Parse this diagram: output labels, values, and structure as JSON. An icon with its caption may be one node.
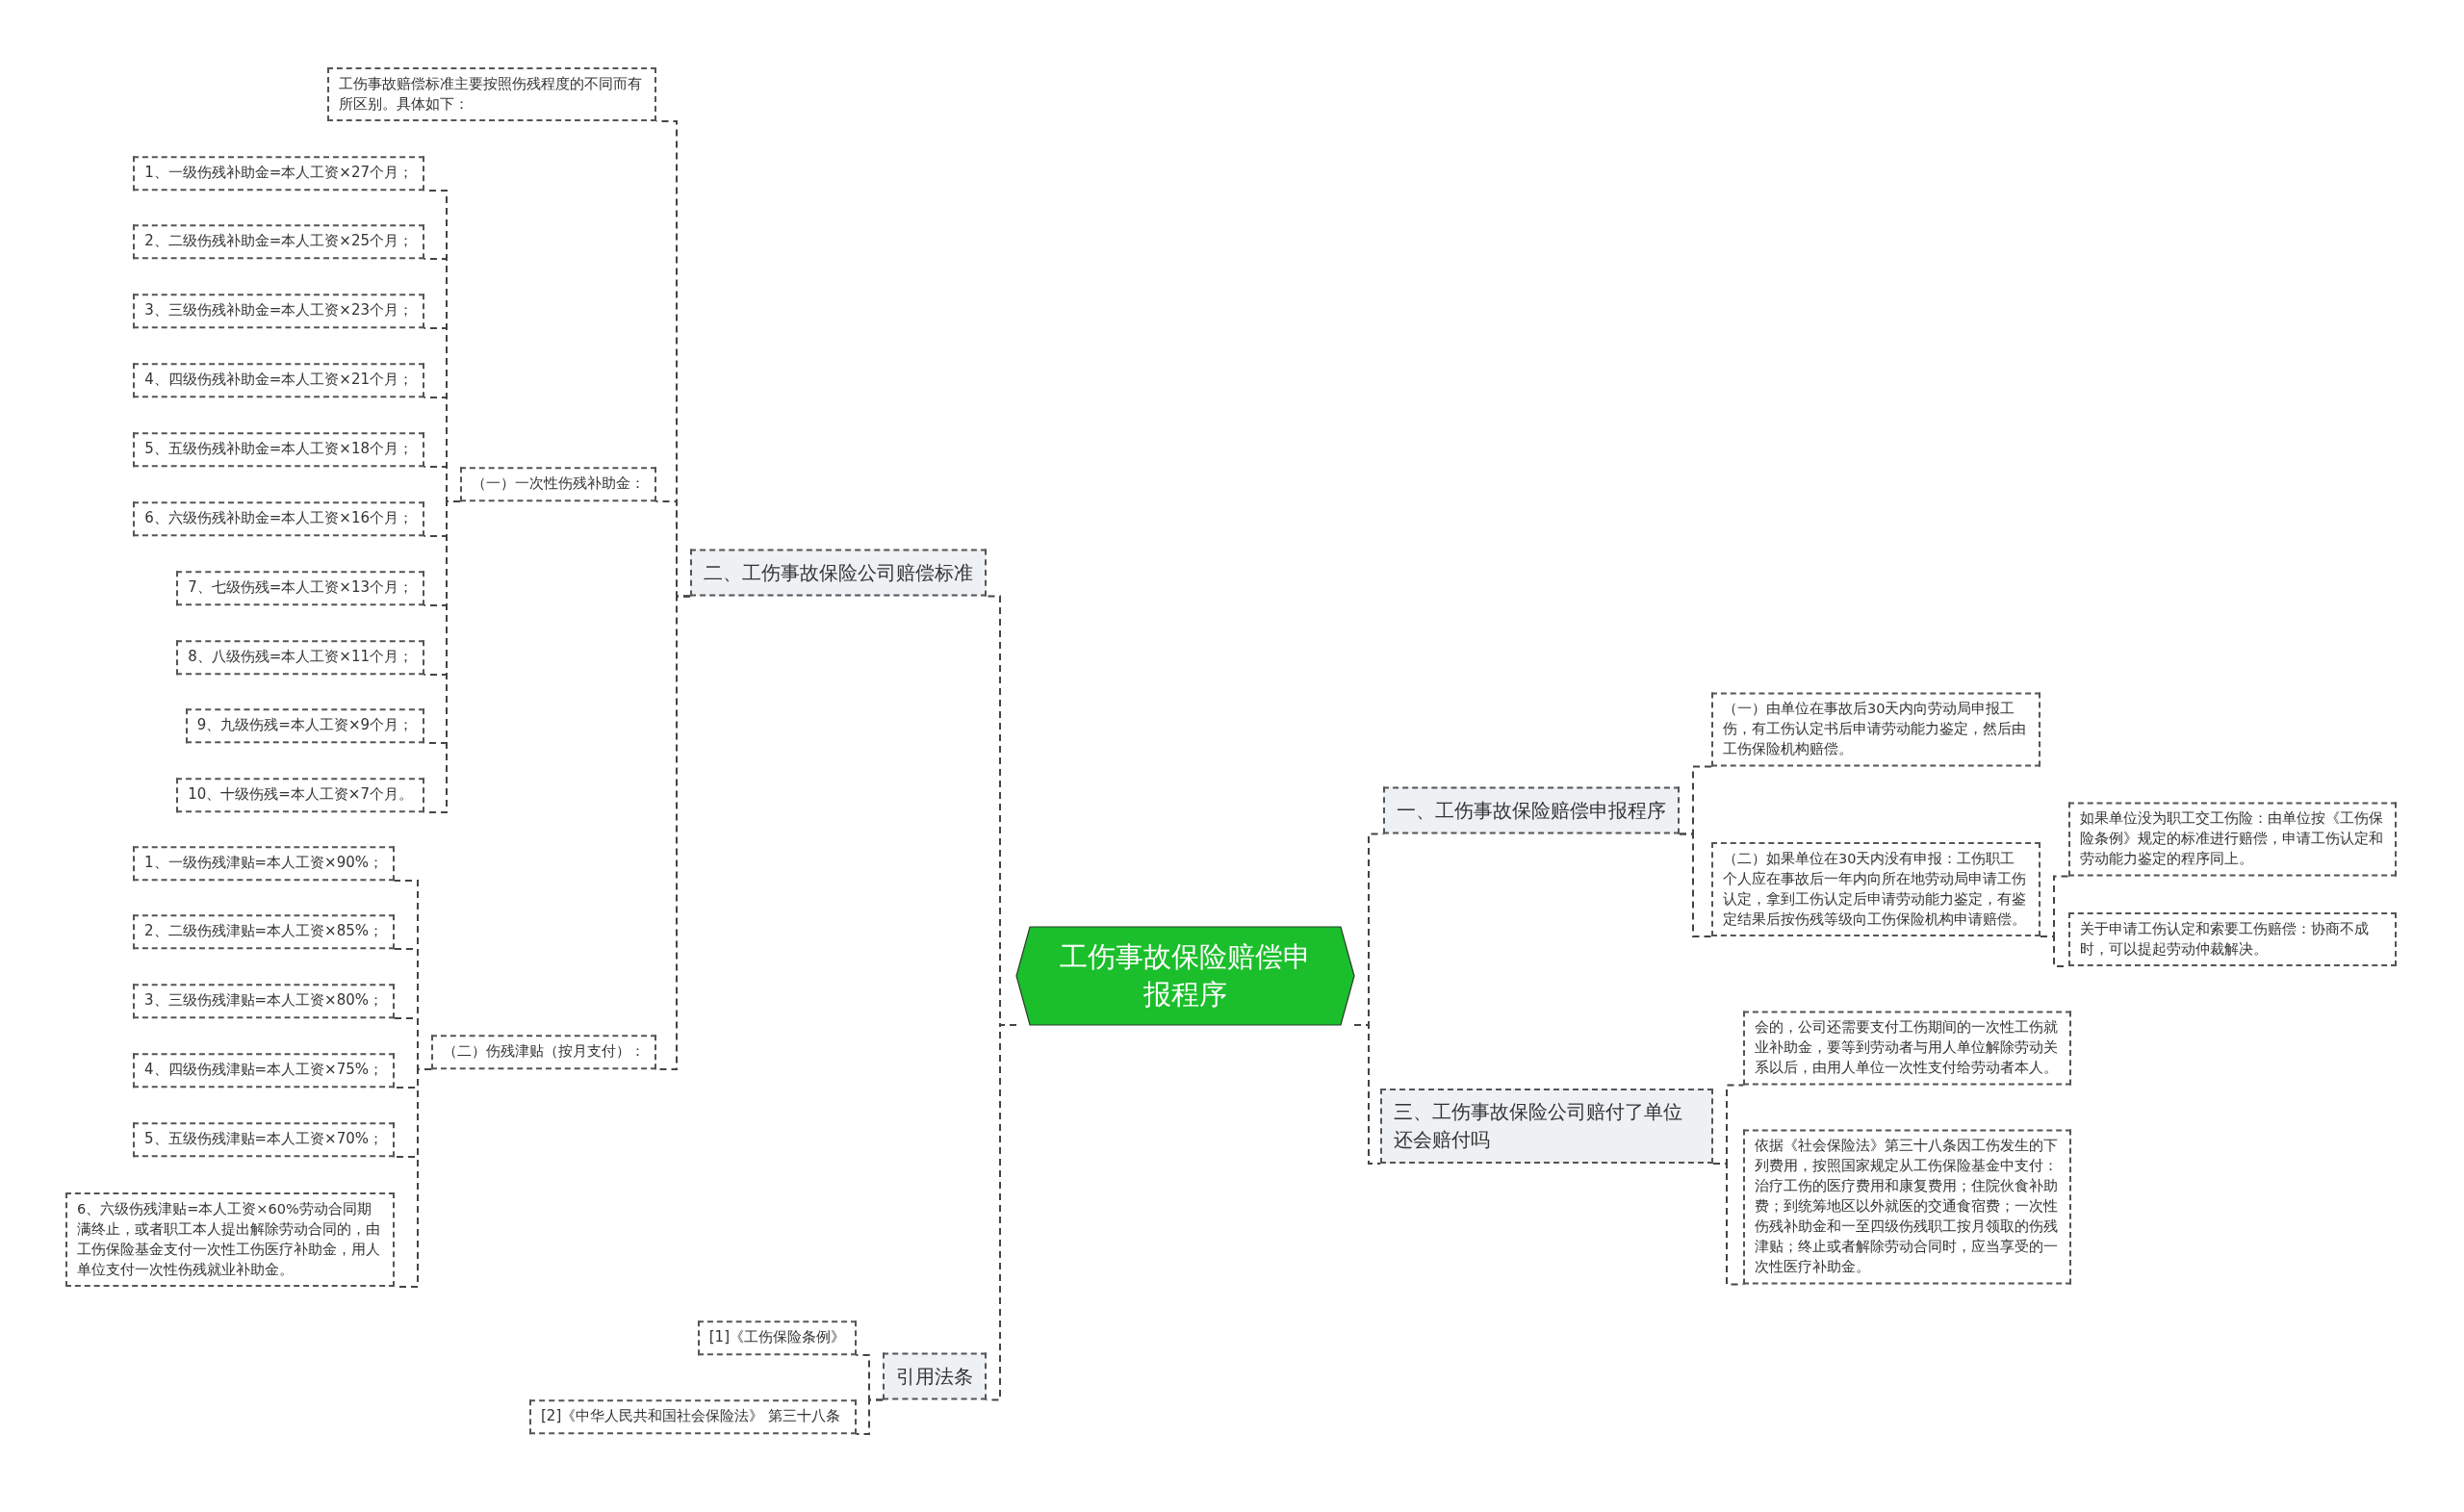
{
  "diagram": {
    "nodes": [
      {
        "text": [
          "工伤事故保险赔偿申报程序"
        ]
      },
      {
        "text": [
          "二、工伤事故保险公司赔偿标准"
        ]
      },
      {
        "text": [
          "工伤事故赔偿标准主要按照伤残程度的不同而有所区别。具体如下："
        ]
      },
      {
        "text": [
          "（一）一次性伤残补助金："
        ]
      },
      {
        "text": [
          "1、一级伤残补助金=本人工资×27个月；"
        ]
      },
      {
        "text": [
          "2、二级伤残补助金=本人工资×25个月；"
        ]
      },
      {
        "text": [
          "3、三级伤残补助金=本人工资×23个月；"
        ]
      },
      {
        "text": [
          "4、四级伤残补助金=本人工资×21个月；"
        ]
      },
      {
        "text": [
          "5、五级伤残补助金=本人工资×18个月；"
        ]
      },
      {
        "text": [
          "6、六级伤残补助金=本人工资×16个月；"
        ]
      },
      {
        "text": [
          "7、七级伤残=本人工资×13个月；"
        ]
      },
      {
        "text": [
          "8、八级伤残=本人工资×11个月；"
        ]
      },
      {
        "text": [
          "9、九级伤残=本人工资×9个月；"
        ]
      },
      {
        "text": [
          "10、十级伤残=本人工资×7个月。"
        ]
      },
      {
        "text": [
          "（二）伤残津贴（按月支付）："
        ]
      },
      {
        "text": [
          "1、一级伤残津贴=本人工资×90%；"
        ]
      },
      {
        "text": [
          "2、二级伤残津贴=本人工资×85%；"
        ]
      },
      {
        "text": [
          "3、三级伤残津贴=本人工资×80%；"
        ]
      },
      {
        "text": [
          "4、四级伤残津贴=本人工资×75%；"
        ]
      },
      {
        "text": [
          "5、五级伤残津贴=本人工资×70%；"
        ]
      },
      {
        "text": [
          "6、六级伤残津贴=本人工资×60%劳动合同期满终止，或者职工本人提出解除劳动合同的，由工伤保险基金支付一次性工伤医疗补助金，用人单位支付一次性伤残就业补助金。"
        ]
      },
      {
        "text": [
          "一、工伤事故保险赔偿申报程序"
        ]
      },
      {
        "text": [
          "（一）由单位在事故后30天内向劳动局申报工伤，有工伤认定书后申请劳动能力鉴定，然后由工伤保险机构赔偿。"
        ]
      },
      {
        "text": [
          "（二）如果单位在30天内没有申报：工伤职工个人应在事故后一年内向所在地劳动局申请工伤认定，拿到工伤认定后申请劳动能力鉴定，有鉴定结果后按伤残等级向工伤保险机构申请赔偿。"
        ]
      },
      {
        "text": [
          "如果单位没为职工交工伤险：由单位按《工伤保险条例》规定的标准进行赔偿，申请工伤认定和劳动能力鉴定的程序同上。"
        ]
      },
      {
        "text": [
          "关于申请工伤认定和索要工伤赔偿：协商不成时，可以提起劳动仲裁解决。"
        ]
      },
      {
        "text": [
          "三、工伤事故保险公司赔付了单位还会赔付吗"
        ]
      },
      {
        "text": [
          "会的，公司还需要支付工伤期间的一次性工伤就业补助金，要等到劳动者与用人单位解除劳动关系以后，由用人单位一次性支付给劳动者本人。"
        ]
      },
      {
        "text": [
          "依据《社会保险法》第三十八条因工伤发生的下列费用，按照国家规定从工伤保险基金中支付：治疗工伤的医疗费用和康复费用；住院伙食补助费；到统筹地区以外就医的交通食宿费；一次性伤残补助金和一至四级伤残职工按月领取的伤残津贴；终止或者解除劳动合同时，应当享受的一次性医疗补助金。"
        ]
      },
      {
        "text": [
          "引用法条"
        ]
      },
      {
        "text": [
          "[1]《工伤保险条例》"
        ]
      },
      {
        "text": [
          "[2]《中华人民共和国社会保险法》 第三十八条"
        ]
      }
    ],
    "edges": [
      {
        "from": 0,
        "to": 1,
        "arrow": "none",
        "style": "dashed"
      },
      {
        "from": 1,
        "to": 2,
        "arrow": "none",
        "style": "dashed"
      },
      {
        "from": 1,
        "to": 3,
        "arrow": "none",
        "style": "dashed"
      },
      {
        "from": 3,
        "to": 4,
        "arrow": "none",
        "style": "dashed"
      },
      {
        "from": 3,
        "to": 5,
        "arrow": "none",
        "style": "dashed"
      },
      {
        "from": 3,
        "to": 6,
        "arrow": "none",
        "style": "dashed"
      },
      {
        "from": 3,
        "to": 7,
        "arrow": "none",
        "style": "dashed"
      },
      {
        "from": 3,
        "to": 8,
        "arrow": "none",
        "style": "dashed"
      },
      {
        "from": 3,
        "to": 9,
        "arrow": "none",
        "style": "dashed"
      },
      {
        "from": 3,
        "to": 10,
        "arrow": "none",
        "style": "dashed"
      },
      {
        "from": 3,
        "to": 11,
        "arrow": "none",
        "style": "dashed"
      },
      {
        "from": 3,
        "to": 12,
        "arrow": "none",
        "style": "dashed"
      },
      {
        "from": 3,
        "to": 13,
        "arrow": "none",
        "style": "dashed"
      },
      {
        "from": 1,
        "to": 14,
        "arrow": "none",
        "style": "dashed"
      },
      {
        "from": 14,
        "to": 15,
        "arrow": "none",
        "style": "dashed"
      },
      {
        "from": 14,
        "to": 16,
        "arrow": "none",
        "style": "dashed"
      },
      {
        "from": 14,
        "to": 17,
        "arrow": "none",
        "style": "dashed"
      },
      {
        "from": 14,
        "to": 18,
        "arrow": "none",
        "style": "dashed"
      },
      {
        "from": 14,
        "to": 19,
        "arrow": "none",
        "style": "dashed"
      },
      {
        "from": 14,
        "to": 20,
        "arrow": "none",
        "style": "dashed"
      },
      {
        "from": 0,
        "to": 21,
        "arrow": "none",
        "style": "dashed"
      },
      {
        "from": 21,
        "to": 22,
        "arrow": "none",
        "style": "dashed"
      },
      {
        "from": 21,
        "to": 23,
        "arrow": "none",
        "style": "dashed"
      },
      {
        "from": 23,
        "to": 24,
        "arrow": "none",
        "style": "dashed"
      },
      {
        "from": 23,
        "to": 25,
        "arrow": "none",
        "style": "dashed"
      },
      {
        "from": 0,
        "to": 26,
        "arrow": "none",
        "style": "dashed"
      },
      {
        "from": 26,
        "to": 27,
        "arrow": "none",
        "style": "dashed"
      },
      {
        "from": 26,
        "to": 28,
        "arrow": "none",
        "style": "dashed"
      },
      {
        "from": 0,
        "to": 29,
        "arrow": "none",
        "style": "dashed"
      },
      {
        "from": 29,
        "to": 30,
        "arrow": "none",
        "style": "dashed"
      },
      {
        "from": 29,
        "to": 31,
        "arrow": "none",
        "style": "dashed"
      }
    ]
  }
}
